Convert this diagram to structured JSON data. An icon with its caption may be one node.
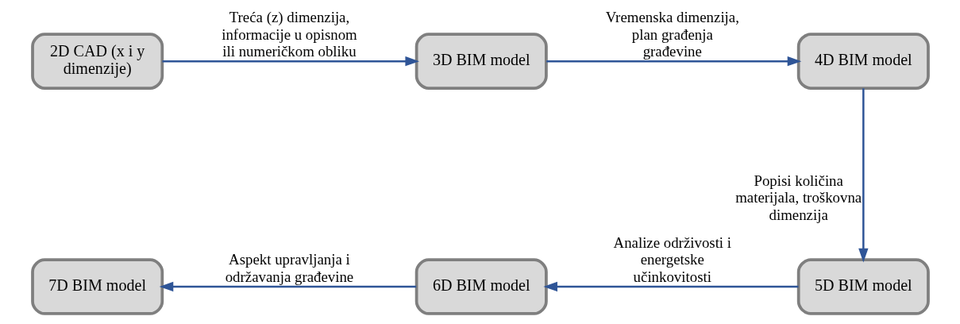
{
  "diagram": {
    "nodes": [
      {
        "text": [
          "2D CAD (x i y dimenzije)"
        ]
      },
      {
        "text": [
          "3D BIM model"
        ]
      },
      {
        "text": [
          "4D BIM model"
        ]
      },
      {
        "text": [
          "5D BIM model"
        ]
      },
      {
        "text": [
          "6D BIM model"
        ]
      },
      {
        "text": [
          "7D BIM model"
        ]
      }
    ],
    "edges": [
      {
        "from": 0,
        "to": 1,
        "arrow": "to",
        "label": "Treća (z) dimenzija, informacije u opisnom ili numeričkom obliku"
      },
      {
        "from": 1,
        "to": 2,
        "arrow": "to",
        "label": "Vremenska dimenzija, plan građenja građevine"
      },
      {
        "from": 2,
        "to": 3,
        "arrow": "to",
        "label": "Popisi količina materijala, troškovna dimenzija"
      },
      {
        "from": 3,
        "to": 4,
        "arrow": "to",
        "label": "Analize održivosti i energetske učinkovitosti"
      },
      {
        "from": 4,
        "to": 5,
        "arrow": "to",
        "label": "Aspekt upravljanja i održavanja građevine"
      }
    ]
  }
}
